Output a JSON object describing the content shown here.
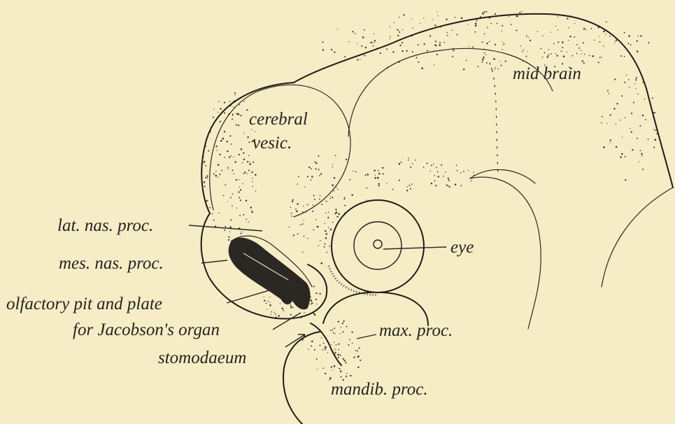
{
  "labels": {
    "mid_brain": "mid brain",
    "cerebral_line1": "cerebral",
    "cerebral_line2": "vesic.",
    "lat_nas_proc": "lat. nas. proc.",
    "mes_nas_proc": "mes. nas. proc.",
    "olfactory_pit": "olfactory pit and plate",
    "jacobson": "for Jacobson's organ",
    "stomodaeum": "stomodaeum",
    "eye": "eye",
    "max_proc": "max. proc.",
    "mandib_proc": "mandib. proc."
  },
  "colors": {
    "paper": "#f6ecc6",
    "ink": "#1e1c18",
    "pit_fill": "#2b2823"
  }
}
